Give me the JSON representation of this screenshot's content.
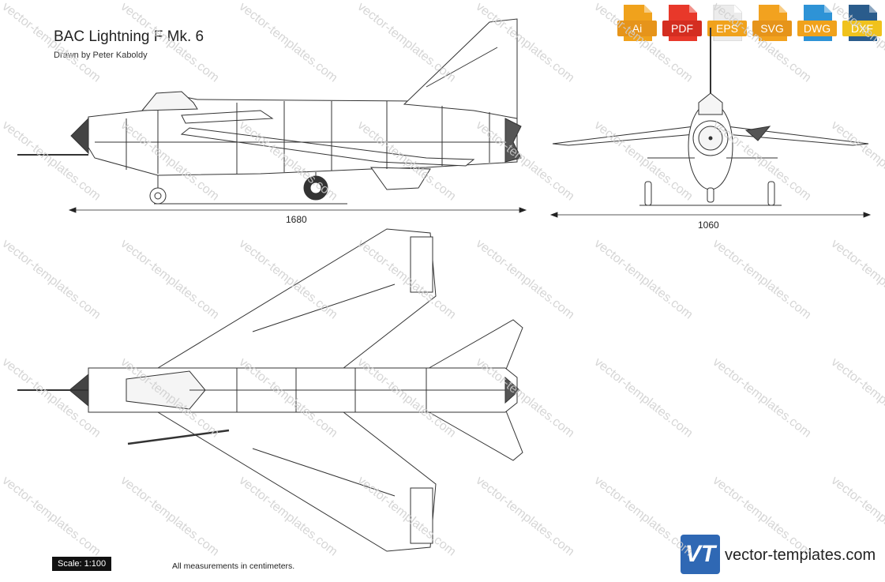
{
  "header": {
    "title": "BAC Lightning F Mk. 6",
    "subtitle": "Drawn by Peter Kaboldy"
  },
  "formats": [
    {
      "label": "Ai",
      "color": "#f0a21c"
    },
    {
      "label": "PDF",
      "color": "#e8382a"
    },
    {
      "label": "EPS",
      "color": "#d9d9d9"
    },
    {
      "label": "SVG",
      "color": "#f2a21f"
    },
    {
      "label": "DWG",
      "color": "#2e93d6"
    },
    {
      "label": "DXF",
      "color": "#2a5c8c"
    }
  ],
  "dimensions": {
    "length": "1680",
    "wingspan": "1060"
  },
  "footer": {
    "scale": "Scale: 1:100",
    "note": "All measurements in centimeters.",
    "logo_text": "VT",
    "brand": "vector-templates.com"
  },
  "watermark": "vector-templates.com"
}
